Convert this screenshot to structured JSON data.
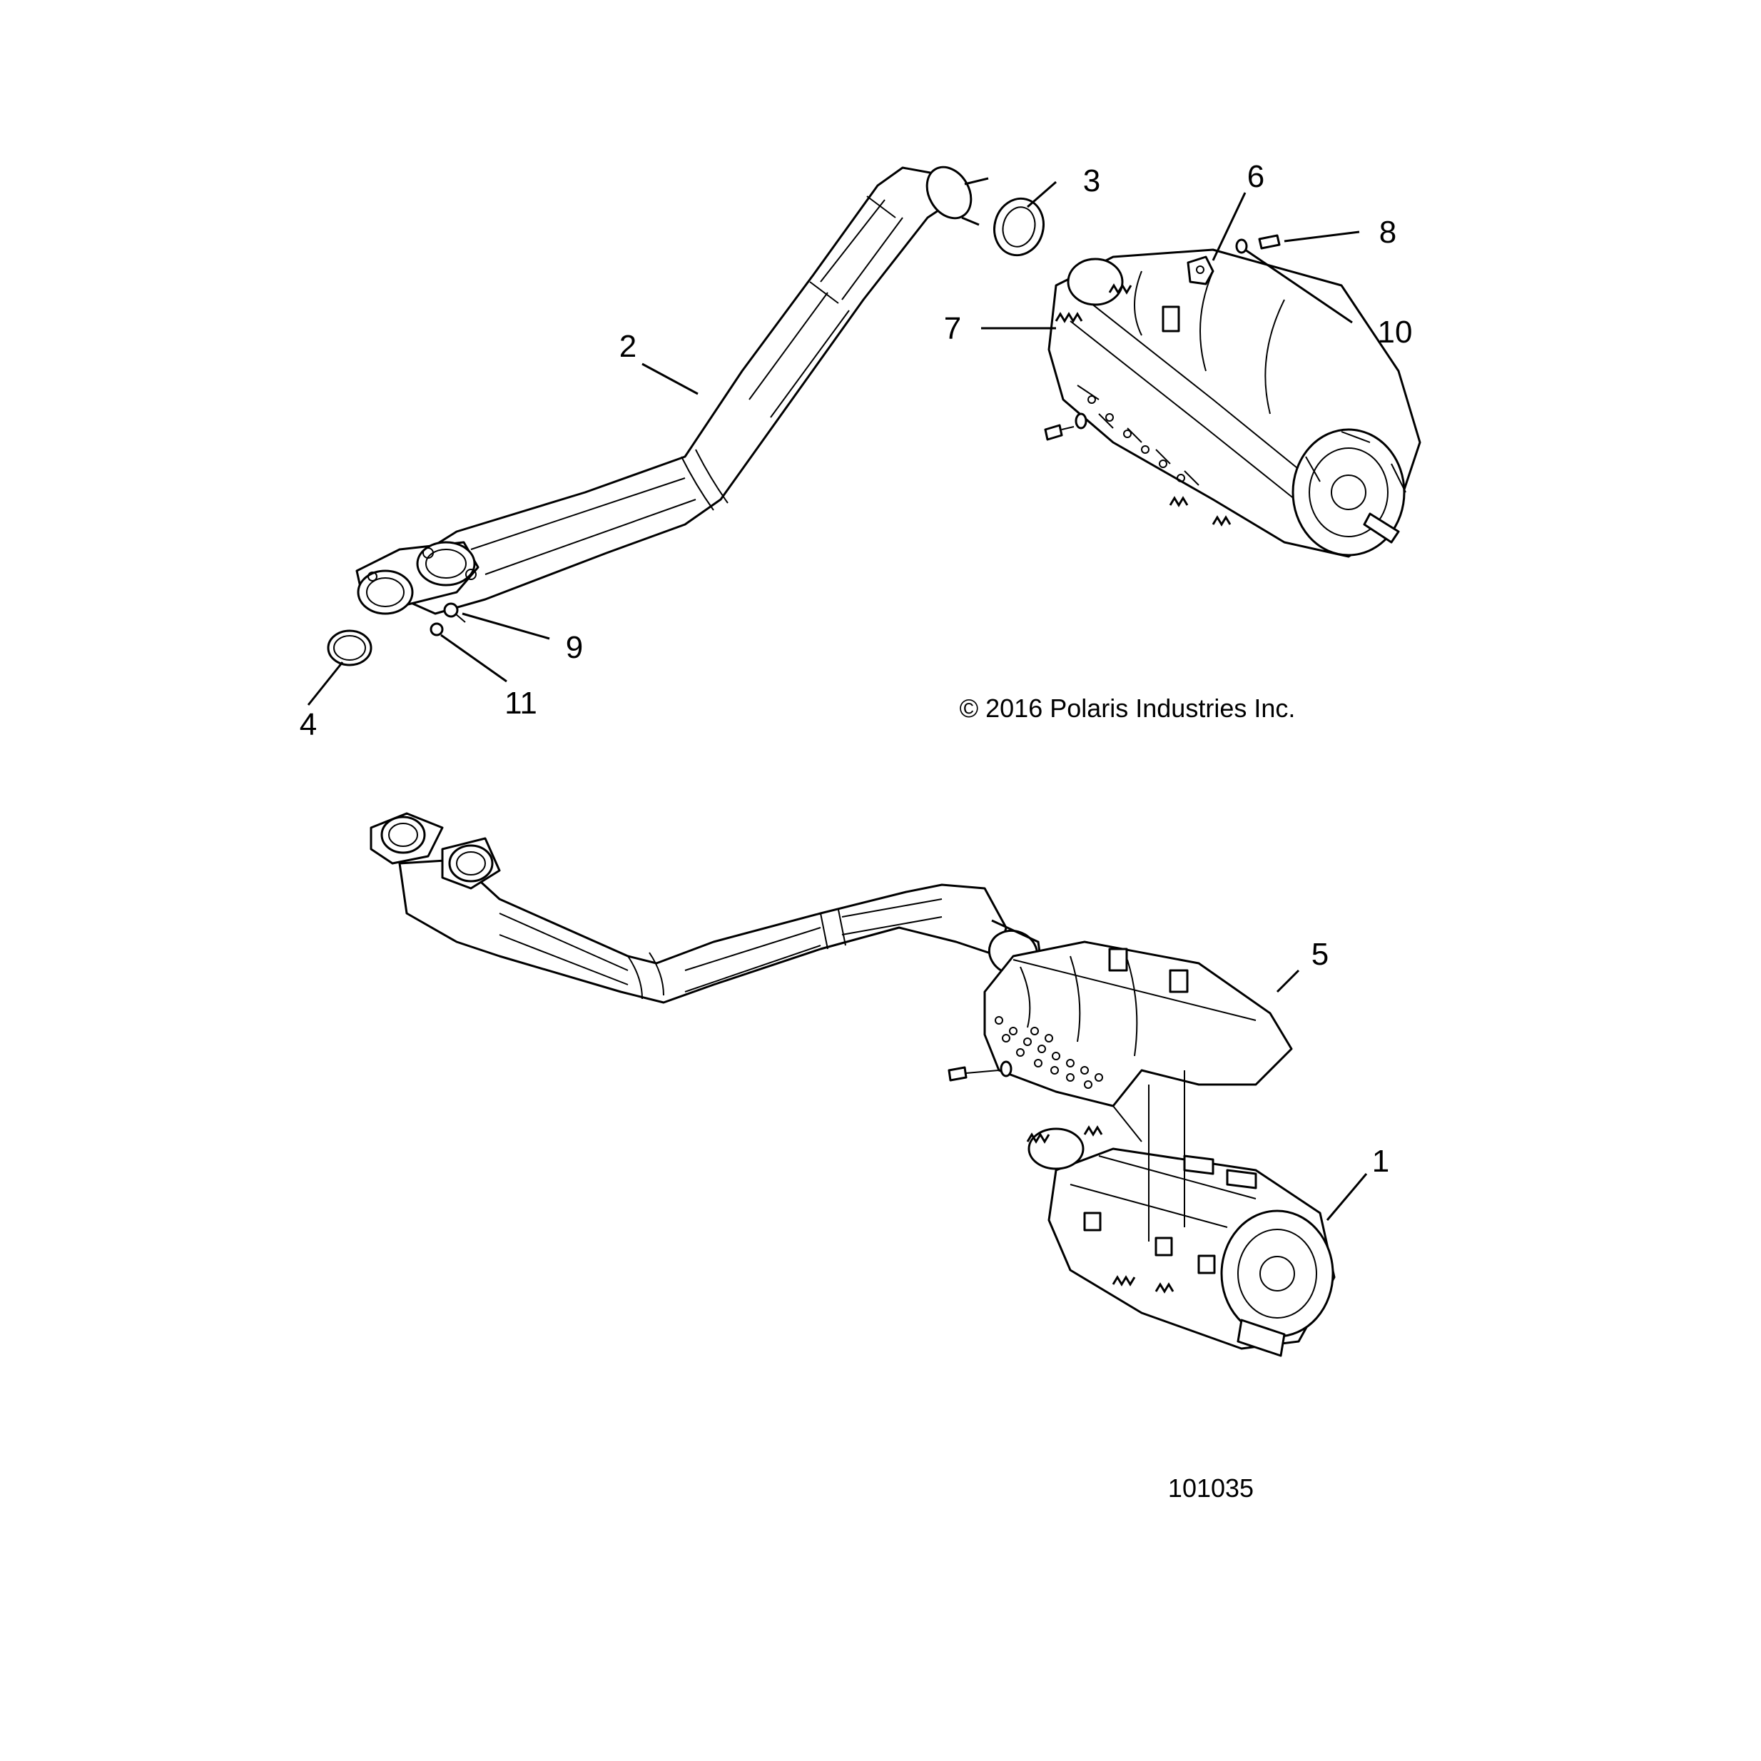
{
  "copyright": "© 2016 Polaris Industries Inc.",
  "figure_number": "101035",
  "callouts": [
    {
      "id": "1",
      "text": "1"
    },
    {
      "id": "2",
      "text": "2"
    },
    {
      "id": "3",
      "text": "3"
    },
    {
      "id": "4",
      "text": "4"
    },
    {
      "id": "5",
      "text": "5"
    },
    {
      "id": "6",
      "text": "6"
    },
    {
      "id": "7",
      "text": "7"
    },
    {
      "id": "8",
      "text": "8"
    },
    {
      "id": "9",
      "text": "9"
    },
    {
      "id": "10",
      "text": "10"
    },
    {
      "id": "11",
      "text": "11"
    }
  ]
}
